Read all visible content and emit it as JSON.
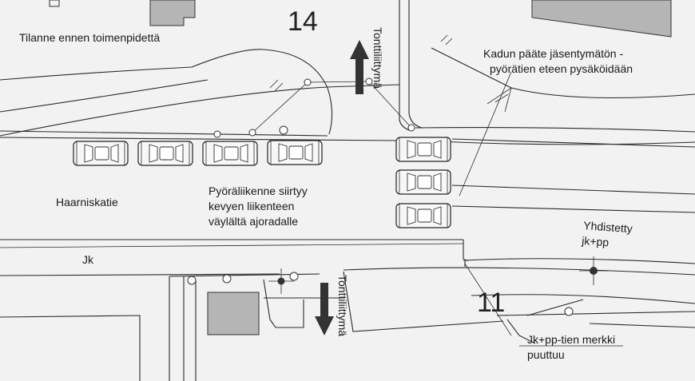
{
  "labels": {
    "block_14": "14",
    "block_11": "11",
    "situation_title": "Tilanne ennen toimenpidettä",
    "street_end_note_line1": "Kadun pääte jäsentymätön -",
    "street_end_note_line2": "pyörätien eteen pysäköidään",
    "street_name": "Haarniskatie",
    "bike_note_line1": "Pyöräliikenne siirtyy",
    "bike_note_line2": "kevyen liikenteen",
    "bike_note_line3": "väylältä ajoradalle",
    "combined_path_line1": "Yhdistetty",
    "combined_path_line2": "jk+pp",
    "walkway": "Jk",
    "driveway_top": "Tonttiliittymä",
    "driveway_bottom": "Tonttiliittymä",
    "sign_missing_line1": "Jk+pp-tien merkki",
    "sign_missing_line2": "puuttuu"
  },
  "colors": {
    "background": "#f2f2f2",
    "building": "#b5b5b5",
    "line": "#2a2a2a",
    "arrow": "#333333"
  },
  "icons": {
    "parked_car": "car-top-view-icon",
    "direction_arrow": "arrow-icon",
    "traffic_sign": "sign-post-icon",
    "pole": "pole-icon"
  }
}
